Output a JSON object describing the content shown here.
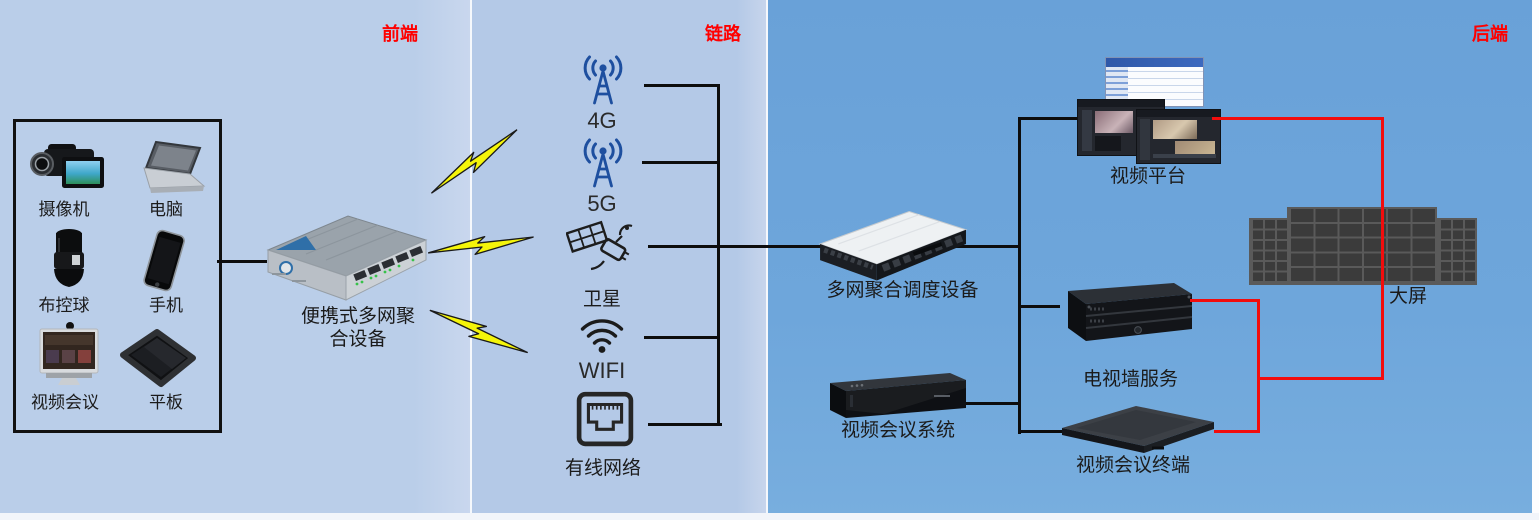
{
  "sections": {
    "frontend": "前端",
    "link": "链路",
    "backend": "后端"
  },
  "frontend": {
    "devices": [
      {
        "name": "camera",
        "label": "摄像机"
      },
      {
        "name": "computer",
        "label": "电脑"
      },
      {
        "name": "ptz-ball",
        "label": "布控球"
      },
      {
        "name": "phone",
        "label": "手机"
      },
      {
        "name": "video-conference",
        "label": "视频会议"
      },
      {
        "name": "tablet",
        "label": "平板"
      }
    ],
    "aggregator": {
      "line1": "便携式多网聚",
      "line2": "合设备"
    }
  },
  "link": {
    "nodes": [
      {
        "label": "4G"
      },
      {
        "label": "5G"
      },
      {
        "label": "卫星"
      },
      {
        "label": "WIFI"
      },
      {
        "label": "有线网络"
      }
    ]
  },
  "backend": {
    "scheduler": {
      "label": "多网聚合调度设备"
    },
    "video_platform": {
      "label": "视频平台"
    },
    "tv_wall_server": {
      "label": "电视墙服务"
    },
    "vc_system": {
      "label": "视频会议系统"
    },
    "vc_terminal": {
      "label": "视频会议终端"
    },
    "big_screen": {
      "label": "大屏"
    }
  },
  "colors": {
    "section_label": "#ff0000",
    "frontend_bg": "#bacee9",
    "link_bg": "#b4c9e7",
    "backend_bg": "#6ea6db",
    "line": "#0d0d0d",
    "line_red": "#f20d0d",
    "tower_blue": "#1e4f9f",
    "bolt_yellow": "#f5f50a"
  }
}
